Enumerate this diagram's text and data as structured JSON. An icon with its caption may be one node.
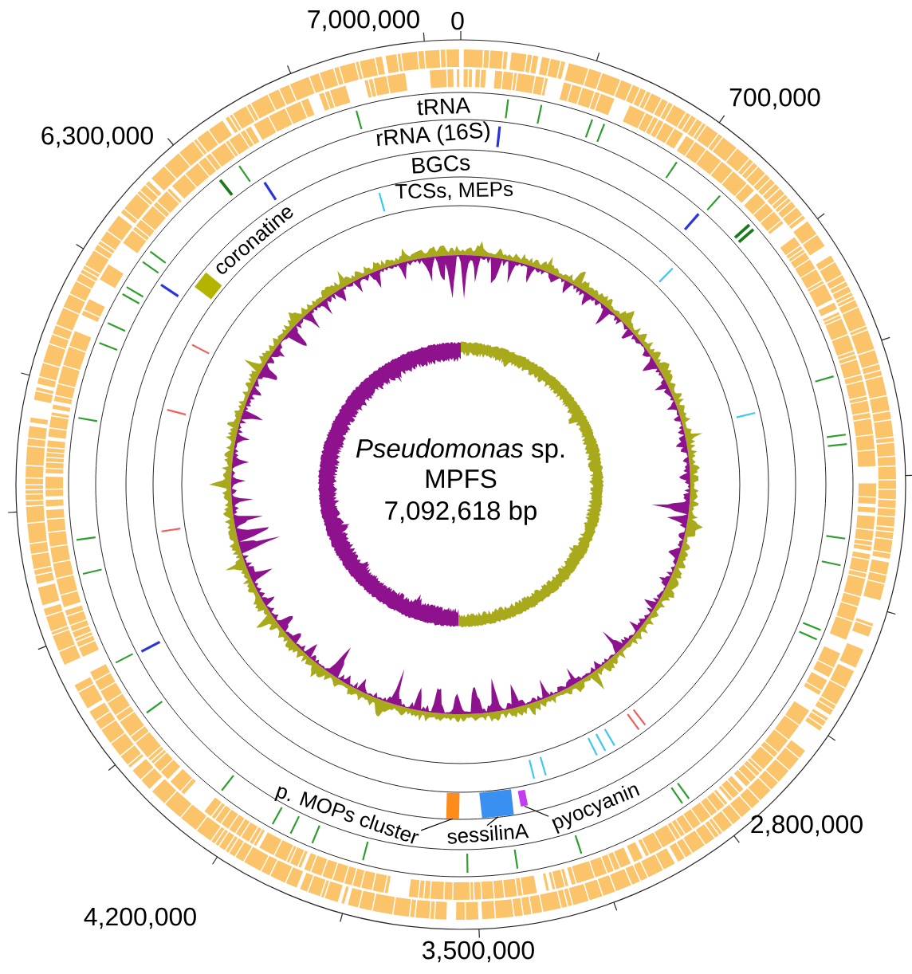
{
  "diagram": {
    "nodes": [
      {
        "text": [
          "p. MOPs cluster"
        ]
      },
      {
        "text": [],
        "shape": "box"
      },
      {
        "text": [
          "sessilinA"
        ]
      },
      {
        "text": [],
        "shape": "box"
      },
      {
        "text": [
          "pyocyanin"
        ]
      },
      {
        "text": [],
        "shape": "bar"
      }
    ],
    "edges": [
      {
        "from": 0,
        "to": 1,
        "arrow": "none"
      },
      {
        "from": 2,
        "to": 3,
        "arrow": "none"
      },
      {
        "from": 4,
        "to": 5,
        "arrow": "none"
      }
    ],
    "labels": [
      "7,000,000",
      "0",
      "700,000",
      "tRNA",
      "6,300,000",
      "rRNA (16S)",
      "BGCs",
      "TCSs, MEPs",
      "coronatine",
      "*Pseudomonas* sp.",
      "MPFS",
      "7,092,618 bp",
      "2,800,000",
      "4,200,000",
      "3,500,000"
    ]
  }
}
